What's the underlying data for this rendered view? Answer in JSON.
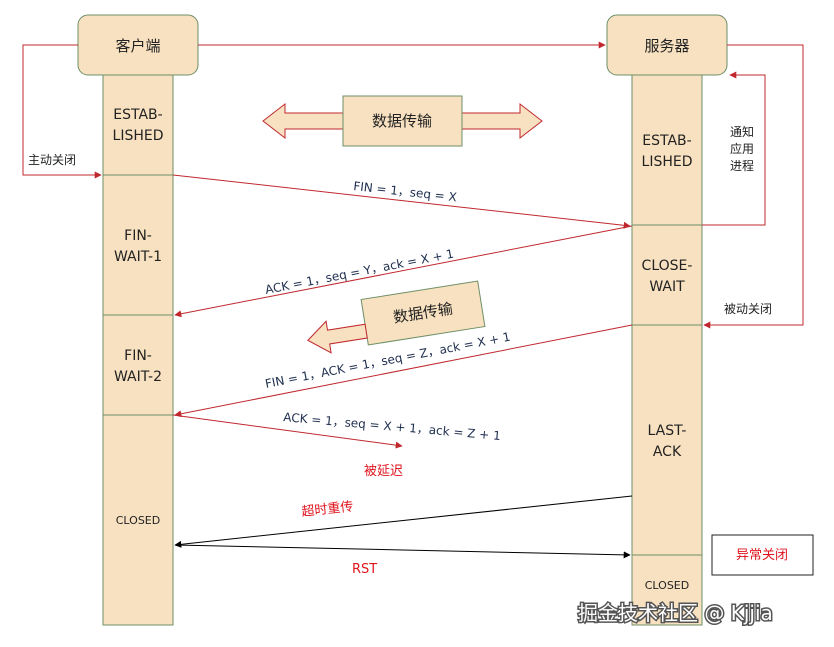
{
  "actors": {
    "client": "客户端",
    "server": "服务器"
  },
  "client_states": {
    "established": [
      "ESTAB-",
      "LISHED"
    ],
    "fin_wait_1": [
      "FIN-",
      "WAIT-1"
    ],
    "fin_wait_2": [
      "FIN-",
      "WAIT-2"
    ],
    "closed": "CLOSED"
  },
  "server_states": {
    "established": [
      "ESTAB-",
      "LISHED"
    ],
    "close_wait": [
      "CLOSE-",
      "WAIT"
    ],
    "last_ack": [
      "LAST-",
      "ACK"
    ],
    "closed": "CLOSED"
  },
  "transfer": {
    "top": "数据传输",
    "middle": "数据传输"
  },
  "side_labels": {
    "active_close": "主动关闭",
    "notify_app": [
      "通知",
      "应用",
      "进程"
    ],
    "passive_close": "被动关闭"
  },
  "messages": {
    "fin": "FIN = 1，seq = X",
    "ack_1": "ACK = 1，seq = Y，ack = X + 1",
    "fin_ack": "FIN = 1，ACK = 1，seq = Z，ack = X + 1",
    "ack_2": "ACK = 1，seq = X + 1，ack = Z + 1"
  },
  "annotations": {
    "delayed": "被延迟",
    "timeout_retransmit": "超时重传",
    "rst": "RST",
    "abnormal_close": "异常关闭"
  },
  "watermark": "掘金技术社区 @ Kjjia",
  "colors": {
    "box_fill": "#f8e1c0",
    "box_stroke": "#6d8f67",
    "line_red": "#c0282e",
    "text_red": "#e0141e",
    "line_black": "#000000"
  }
}
